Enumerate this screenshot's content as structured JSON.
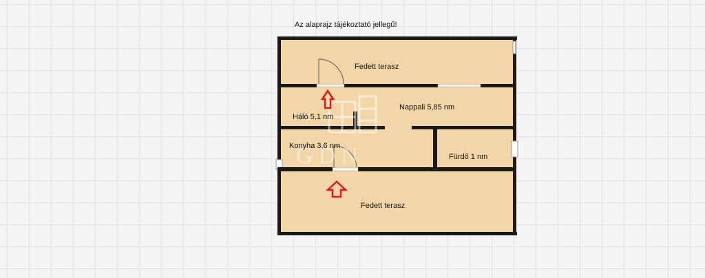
{
  "note": "Az alaprajz tájékoztató jellegű!",
  "watermark": "GDN",
  "rooms": {
    "terrace_top": "Fedett terasz",
    "bedroom": "Háló 5,1 nm",
    "living": "Nappali 5,85 nm",
    "kitchen": "Konyha 3,6 nm",
    "bathroom": "Fürdő 1 nm",
    "terrace_bottom": "Fedett terasz"
  },
  "colors": {
    "floor": "#f3d6a8",
    "wall": "#1a1a1a",
    "arrow": "#e8141b",
    "grid": "#e2e2de"
  }
}
